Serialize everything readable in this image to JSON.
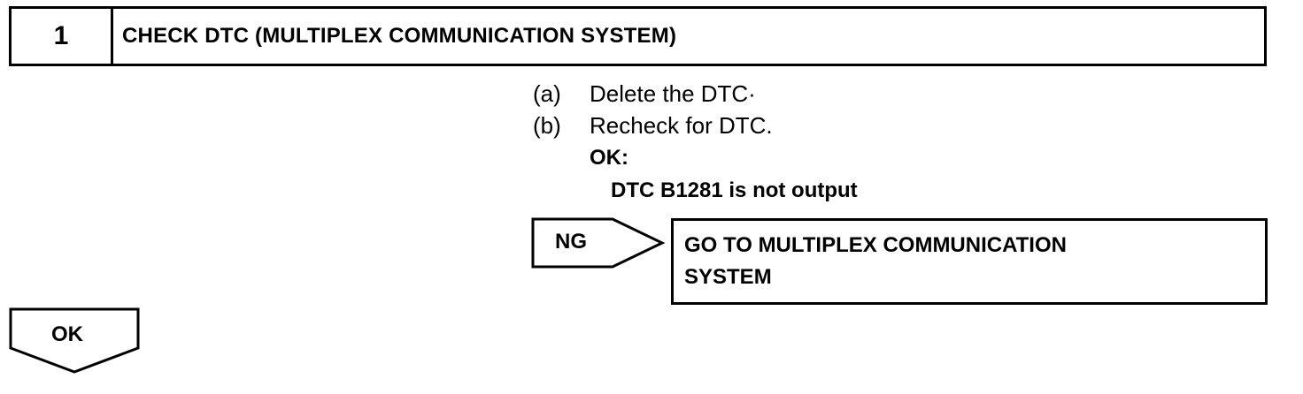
{
  "step": {
    "number": "1",
    "title": "CHECK DTC (MULTIPLEX COMMUNICATION SYSTEM)"
  },
  "instructions": [
    {
      "marker": "(a)",
      "text": "Delete the DTC·"
    },
    {
      "marker": "(b)",
      "text": "Recheck for DTC."
    }
  ],
  "result": {
    "label": "OK:",
    "value": "DTC B1281 is not output"
  },
  "ng": {
    "label": "NG",
    "action_lines": [
      "GO TO MULTIPLEX COMMUNICATION",
      "SYSTEM"
    ]
  },
  "ok": {
    "label": "OK"
  },
  "colors": {
    "ink": "#000000",
    "background": "#ffffff"
  }
}
